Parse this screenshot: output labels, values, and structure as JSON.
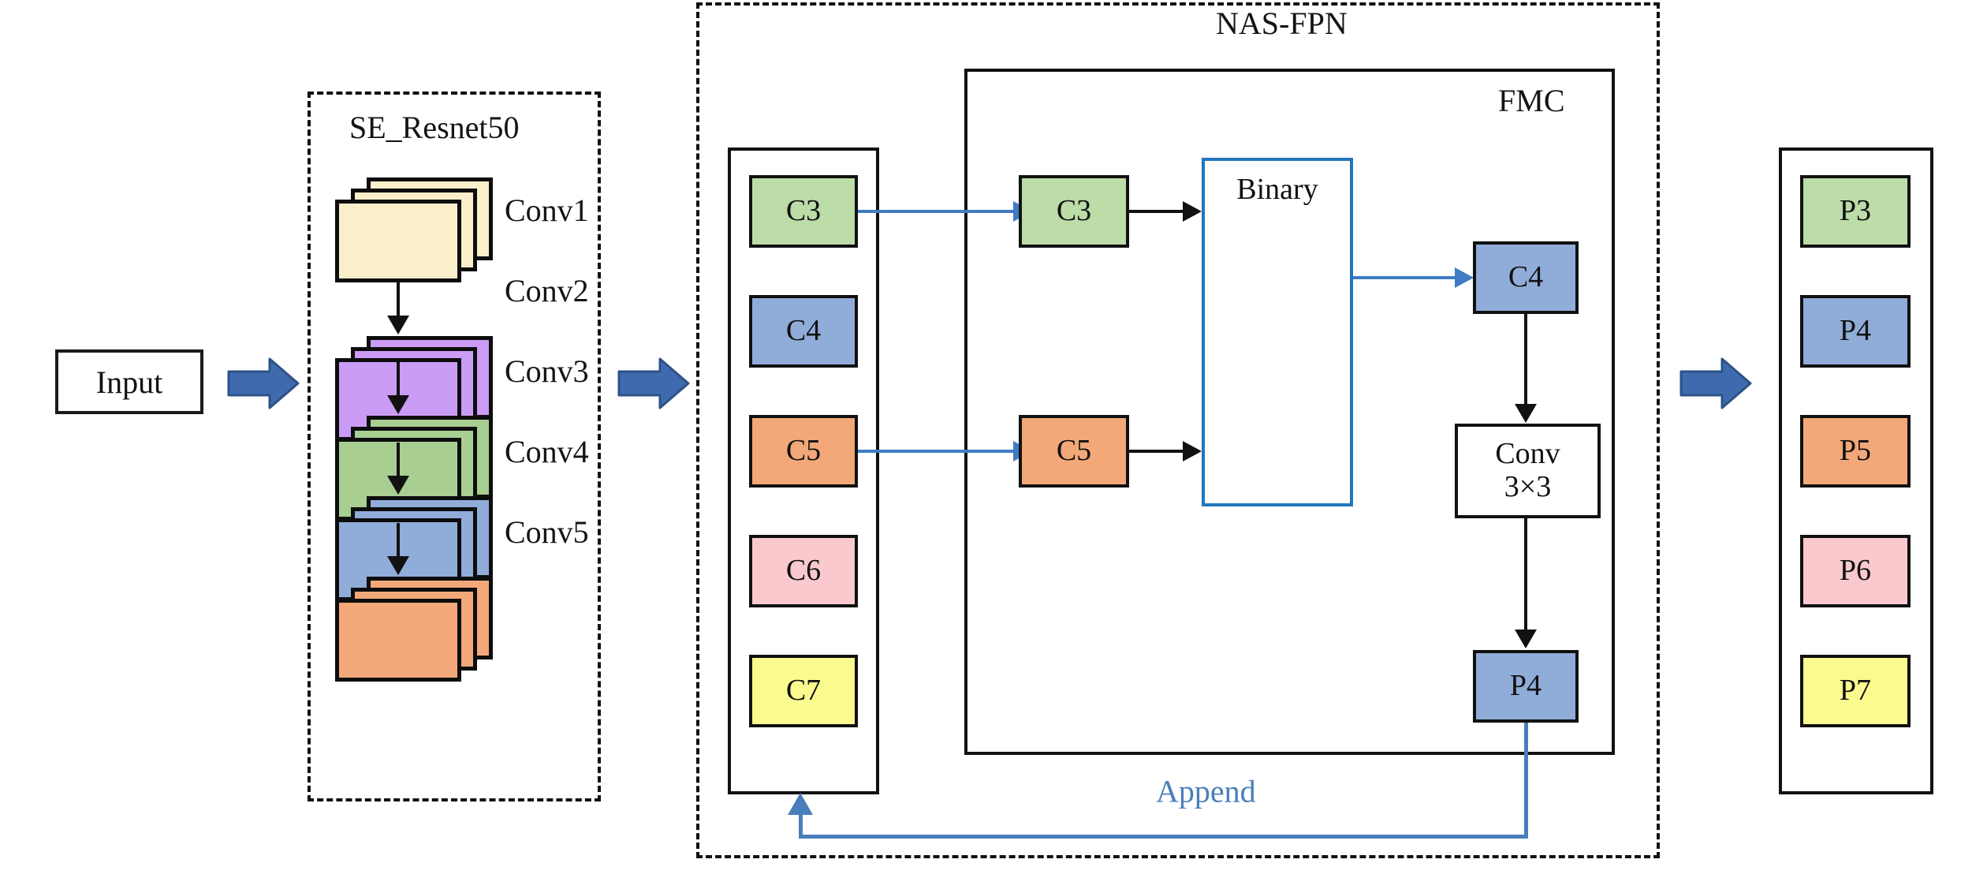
{
  "figure": {
    "type": "architecture-diagram",
    "background": "#ffffff"
  },
  "palette": {
    "conv1_cream": "#FBEFCB",
    "conv2_purple": "#CB9CF5",
    "conv3_green": "#A8CE92",
    "conv4_blue": "#90ACD9",
    "conv5_orange": "#F2A878",
    "c3_green": "#BCDCA8",
    "c4_blue": "#90ACD9",
    "c5_orange": "#F2A878",
    "c6_pink": "#F9C9CE",
    "c7_yellow": "#FAFA8F",
    "block_arrow_blue": "#3F6BAE",
    "block_arrow_border": "#2E5288",
    "connector_blue": "#3F7CC4",
    "append_blue": "#4A7EBB",
    "binary_border_blue": "#2176BD",
    "outline_black": "#111111"
  },
  "input": {
    "label": "Input"
  },
  "backbone": {
    "title": "SE_Resnet50",
    "blocks": [
      {
        "label": "Conv1",
        "color": "#FBEFCB"
      },
      {
        "label": "Conv2",
        "color": "#CB9CF5"
      },
      {
        "label": "Conv3",
        "color": "#A8CE92"
      },
      {
        "label": "Conv4",
        "color": "#90ACD9"
      },
      {
        "label": "Conv5",
        "color": "#F2A878"
      }
    ]
  },
  "neck": {
    "title": "NAS-FPN",
    "inner_title": "FMC",
    "feature_column": [
      {
        "label": "C3",
        "color": "#BCDCA8"
      },
      {
        "label": "C4",
        "color": "#90ACD9"
      },
      {
        "label": "C5",
        "color": "#F2A878"
      },
      {
        "label": "C6",
        "color": "#F9C9CE"
      },
      {
        "label": "C7",
        "color": "#FAFA8F"
      }
    ],
    "fmc": {
      "c3_label": "C3",
      "c5_label": "C5",
      "binary_label": "Binary",
      "c4_label": "C4",
      "conv_label_line1": "Conv",
      "conv_label_line2": "3×3",
      "p4_label": "P4"
    },
    "append_label": "Append"
  },
  "outputs": {
    "blocks": [
      {
        "label": "P3",
        "color": "#BCDCA8"
      },
      {
        "label": "P4",
        "color": "#90ACD9"
      },
      {
        "label": "P5",
        "color": "#F2A878"
      },
      {
        "label": "P6",
        "color": "#F9C9CE"
      },
      {
        "label": "P7",
        "color": "#FAFA8F"
      }
    ]
  },
  "icons": {
    "block_arrow_1": "right-block-arrow-icon",
    "block_arrow_2": "right-block-arrow-icon",
    "block_arrow_3": "right-block-arrow-icon"
  }
}
